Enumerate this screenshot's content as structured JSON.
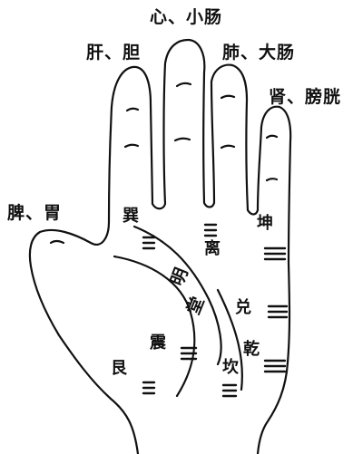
{
  "organs": {
    "middle": "心、小肠",
    "index": "肝、胆",
    "ring": "肺、大肠",
    "little": "肾、膀胱",
    "thumb": "脾、胃"
  },
  "trigrams": {
    "xun": "巽",
    "li": "离",
    "kun": "坤",
    "dui": "兑",
    "zhen": "震",
    "qian": "乾",
    "gen": "艮",
    "kan": "坎"
  },
  "center": {
    "ming": "明",
    "tang": "堂"
  },
  "colors": {
    "ink": "#111111",
    "paper": "#ffffff"
  }
}
